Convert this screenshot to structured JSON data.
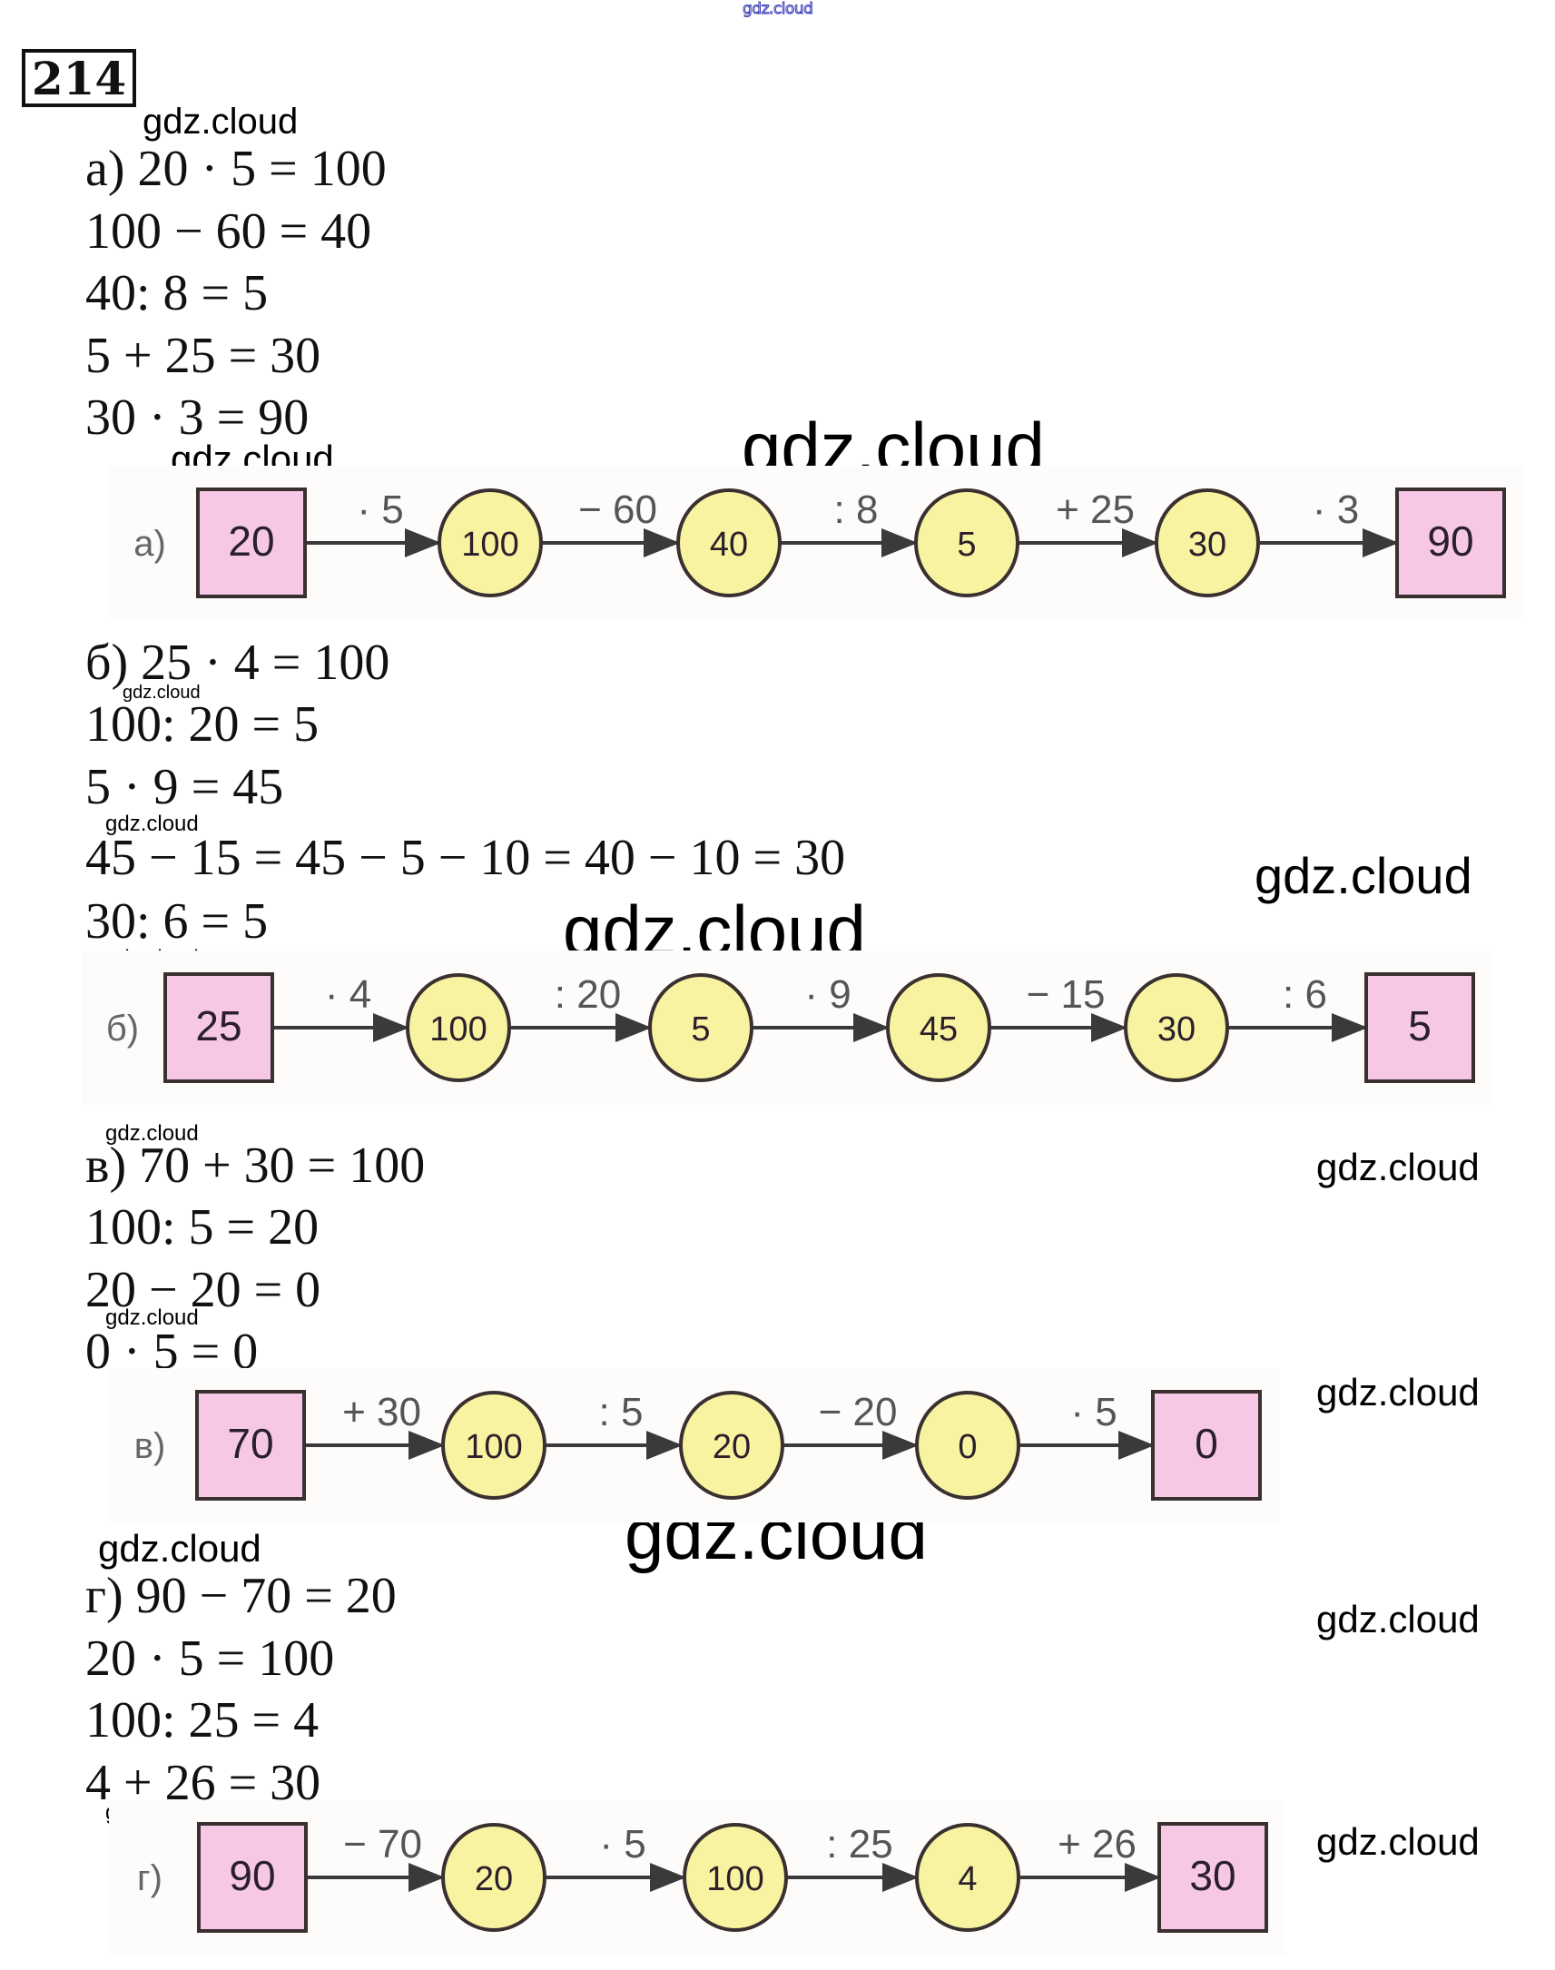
{
  "top_watermark": "gdz.cloud",
  "task_number": "214",
  "watermark_text": "gdz.cloud",
  "colors": {
    "square_fill": "#f6c8e6",
    "circle_fill": "#f7f3a0",
    "stroke": "#3a3030",
    "arrow": "#3a3a3a"
  },
  "sections": [
    {
      "label": "а)",
      "equations": [
        "а) 20 · 5 = 100",
        "100 − 60 = 40",
        "40: 8 = 5",
        "5 + 25 = 30",
        "30 · 3 = 90"
      ],
      "chain": {
        "row_label": "а)",
        "nodes": [
          {
            "shape": "square",
            "value": "20"
          },
          {
            "shape": "circle",
            "value": "100"
          },
          {
            "shape": "circle",
            "value": "40"
          },
          {
            "shape": "circle",
            "value": "5"
          },
          {
            "shape": "circle",
            "value": "30"
          },
          {
            "shape": "square",
            "value": "90"
          }
        ],
        "operations": [
          "· 5",
          "− 60",
          ": 8",
          "+ 25",
          "· 3"
        ]
      }
    },
    {
      "label": "б)",
      "equations": [
        "б) 25 · 4 = 100",
        "100: 20 = 5",
        "5 · 9 = 45",
        "45 − 15 = 45 − 5 − 10 = 40 − 10 = 30",
        "30: 6 = 5"
      ],
      "chain": {
        "row_label": "б)",
        "nodes": [
          {
            "shape": "square",
            "value": "25"
          },
          {
            "shape": "circle",
            "value": "100"
          },
          {
            "shape": "circle",
            "value": "5"
          },
          {
            "shape": "circle",
            "value": "45"
          },
          {
            "shape": "circle",
            "value": "30"
          },
          {
            "shape": "square",
            "value": "5"
          }
        ],
        "operations": [
          "· 4",
          ": 20",
          "· 9",
          "− 15",
          ": 6"
        ]
      }
    },
    {
      "label": "в)",
      "equations": [
        "в) 70 + 30 = 100",
        "100: 5 = 20",
        "20 − 20 = 0",
        "0 · 5 = 0"
      ],
      "chain": {
        "row_label": "в)",
        "nodes": [
          {
            "shape": "square",
            "value": "70"
          },
          {
            "shape": "circle",
            "value": "100"
          },
          {
            "shape": "circle",
            "value": "20"
          },
          {
            "shape": "circle",
            "value": "0"
          },
          {
            "shape": "square",
            "value": "0"
          }
        ],
        "operations": [
          "+ 30",
          ": 5",
          "− 20",
          "· 5"
        ]
      }
    },
    {
      "label": "г)",
      "equations": [
        "г) 90 − 70 = 20",
        "20 · 5 = 100",
        "100: 25 = 4",
        "4 + 26 = 30"
      ],
      "chain": {
        "row_label": "г)",
        "nodes": [
          {
            "shape": "square",
            "value": "90"
          },
          {
            "shape": "circle",
            "value": "20"
          },
          {
            "shape": "circle",
            "value": "100"
          },
          {
            "shape": "circle",
            "value": "4"
          },
          {
            "shape": "square",
            "value": "30"
          }
        ],
        "operations": [
          "− 70",
          "· 5",
          ": 25",
          "+ 26"
        ]
      }
    }
  ]
}
